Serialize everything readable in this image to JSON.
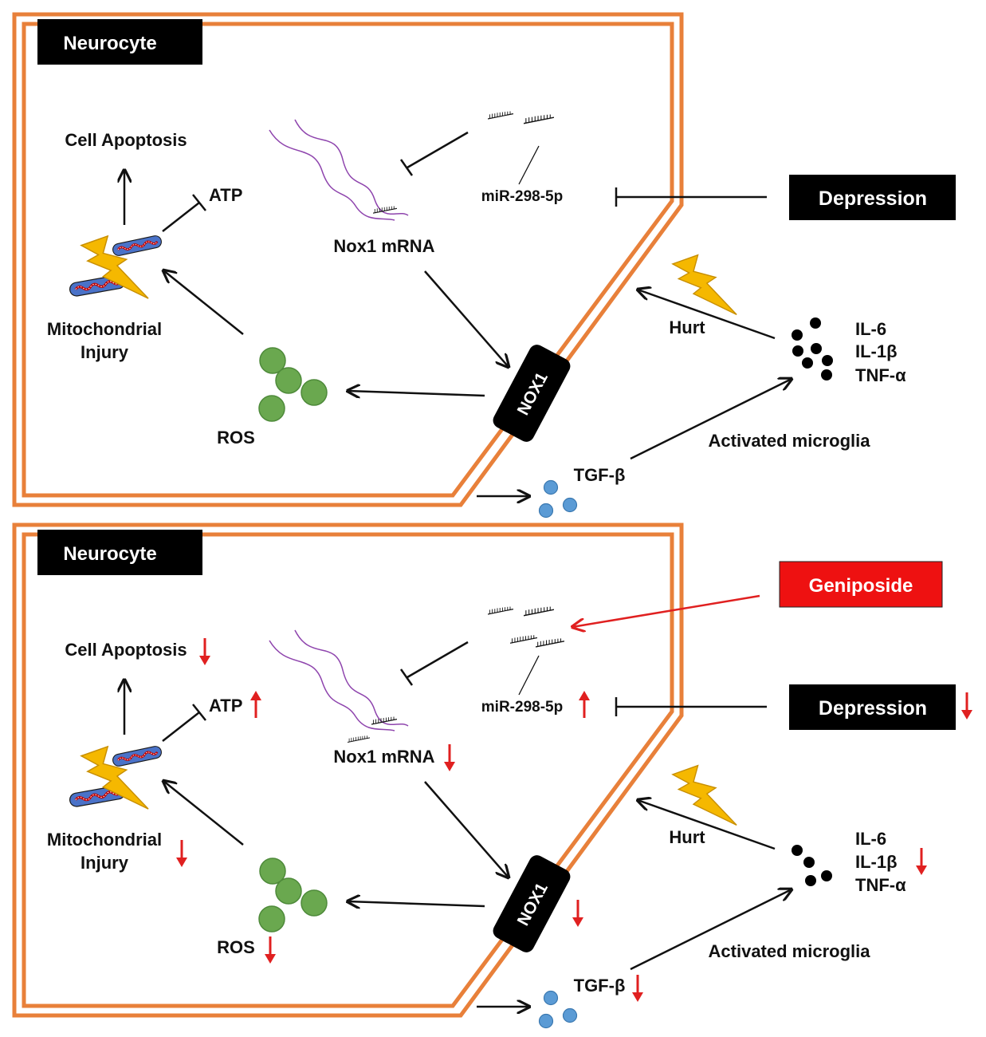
{
  "colors": {
    "membrane": "#e8803a",
    "label_box": "#000000",
    "geniposide_box": "#ee1111",
    "ros": "#6aa84f",
    "tgf": "#5b9bd5",
    "bolt": "#f5b800",
    "arrow_down_up": "#e02020",
    "mrna": "#8e44ad"
  },
  "icons": [
    "mitochondrion-icon",
    "lightning-bolt-icon",
    "mirna-strand-icon",
    "mrna-strand-icon",
    "cytokine-dot-icon",
    "red-arrow-icon"
  ],
  "panel_top": {
    "cell_label": "Neurocyte",
    "cell_apoptosis": "Cell Apoptosis",
    "atp": "ATP",
    "mito_line1": "Mitochondrial",
    "mito_line2": "Injury",
    "ros": "ROS",
    "nox1_mrna": "Nox1 mRNA",
    "mirna": "miR-298-5p",
    "nox1": "NOX1",
    "depression": "Depression",
    "hurt": "Hurt",
    "il6": "IL-6",
    "il1b": "IL-1β",
    "tnfa": "TNF-α",
    "activated_microglia": "Activated microglia",
    "tgfb": "TGF-β"
  },
  "panel_bottom": {
    "cell_label": "Neurocyte",
    "geniposide": "Geniposide",
    "cell_apoptosis": "Cell Apoptosis",
    "atp": "ATP",
    "mito_line1": "Mitochondrial",
    "mito_line2": "Injury",
    "ros": "ROS",
    "nox1_mrna": "Nox1 mRNA",
    "mirna": "miR-298-5p",
    "nox1": "NOX1",
    "depression": "Depression",
    "hurt": "Hurt",
    "il6": "IL-6",
    "il1b": "IL-1β",
    "tnfa": "TNF-α",
    "activated_microglia": "Activated microglia",
    "tgfb": "TGF-β"
  }
}
